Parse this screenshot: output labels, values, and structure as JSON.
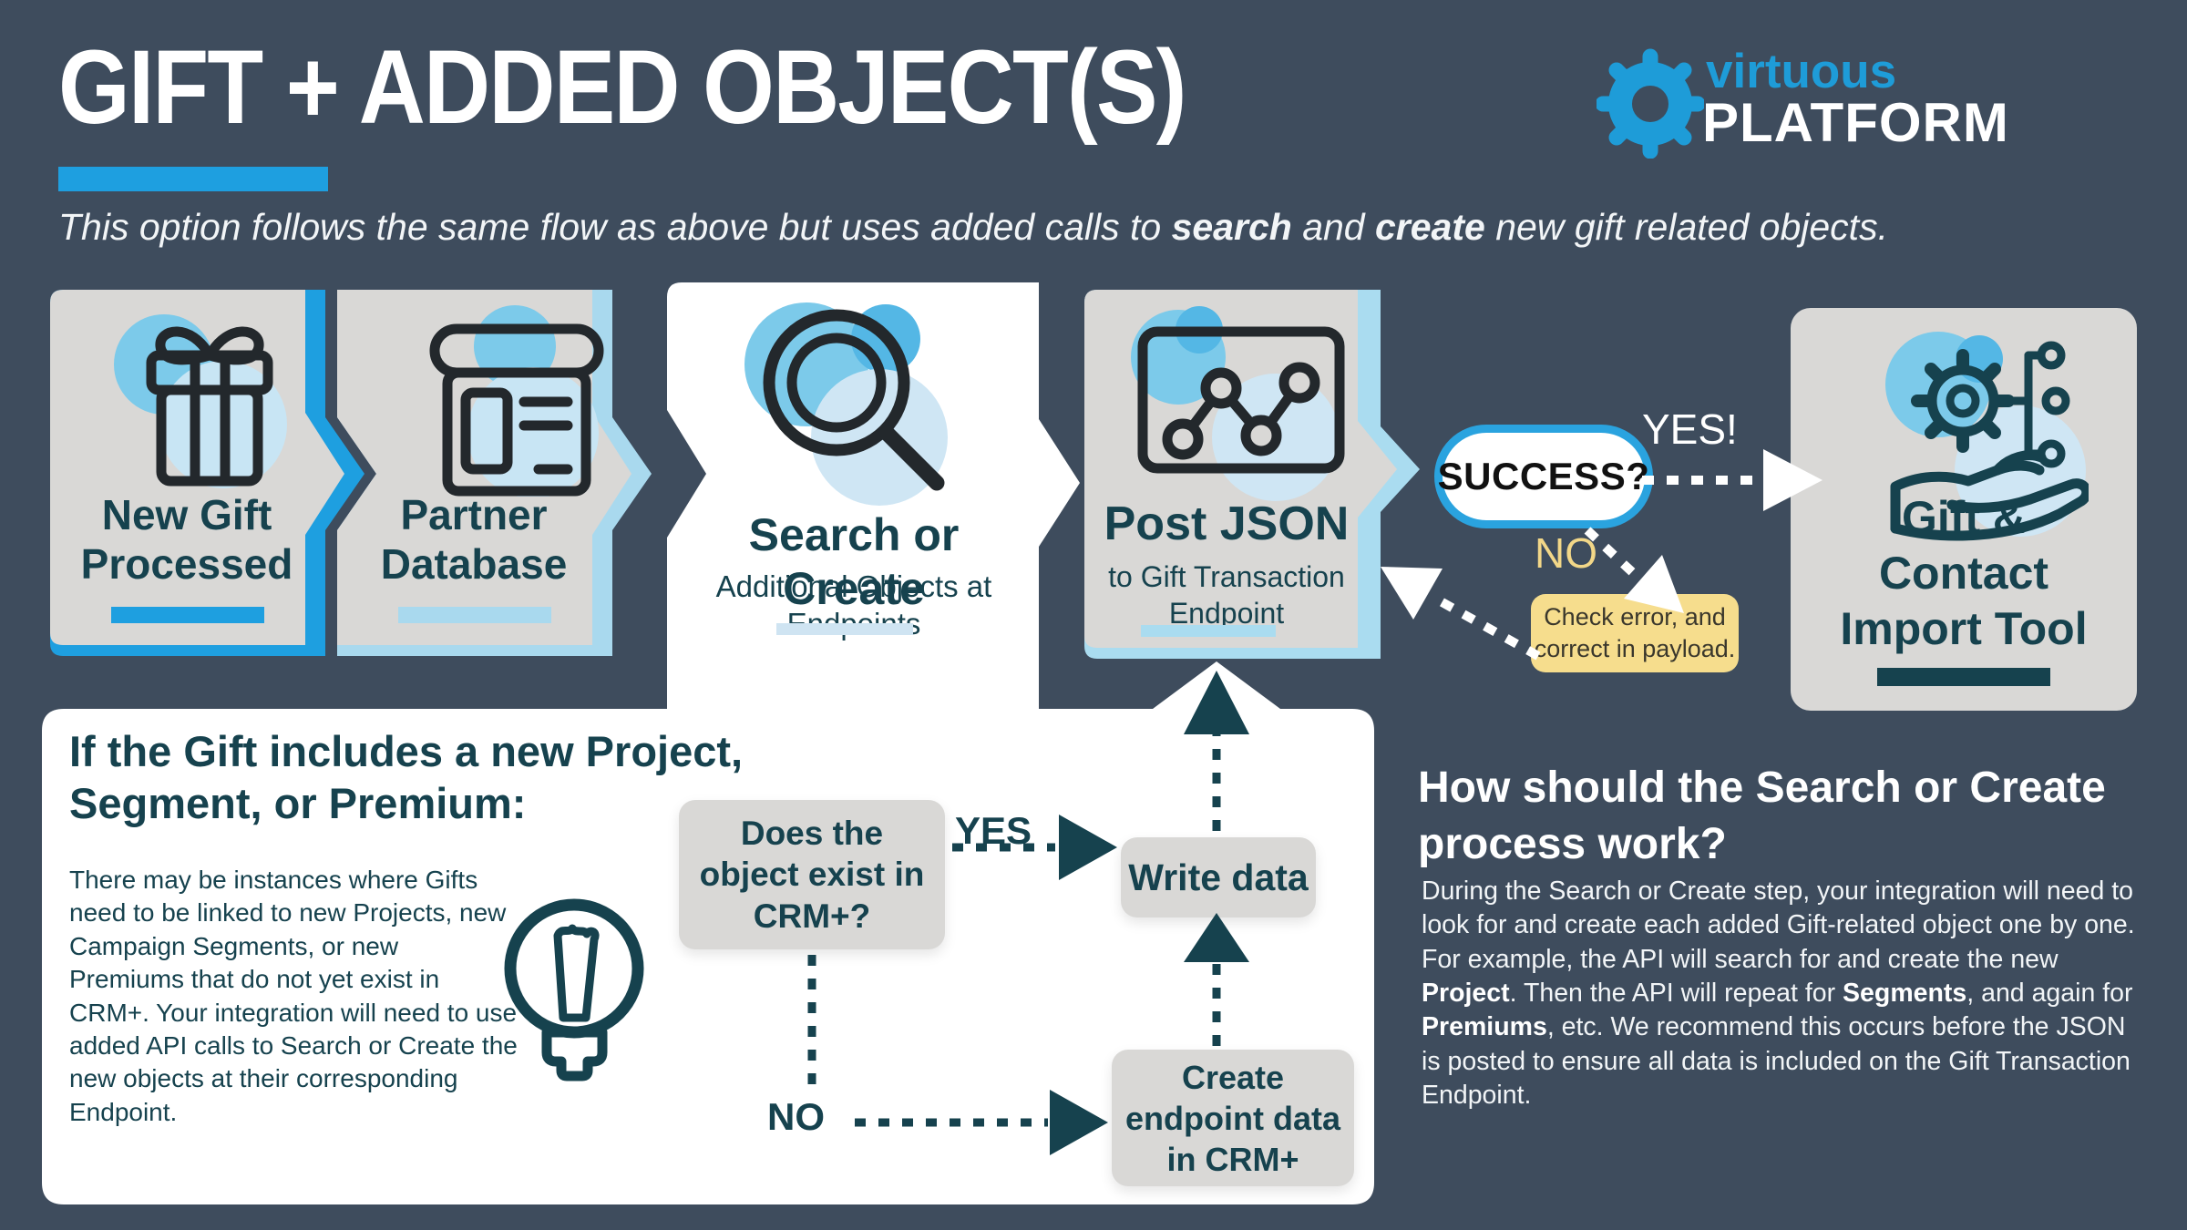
{
  "palette": {
    "background": "#3e4c5d",
    "accent_blue": "#1e9fe0",
    "light_blue": "#a9d9ee",
    "pale_blue": "#c8e5f4",
    "blob_blue": "#7ccaea",
    "dark_teal": "#16424e",
    "card_gray": "#d9d8d6",
    "yellow": "#f6dd8d",
    "yellow_text": "#f2d788",
    "white": "#ffffff"
  },
  "header": {
    "title": "GIFT + ADDED OBJECT(S)"
  },
  "logo": {
    "top": "virtuous",
    "bottom": "PLATFORM"
  },
  "subtitle": {
    "pre": "This option follows the same flow as above but uses added calls to ",
    "bold1": "search",
    "mid": " and ",
    "bold2": "create",
    "post": " new gift related objects."
  },
  "cards": [
    {
      "lines": [
        "New Gift",
        "Processed"
      ]
    },
    {
      "lines": [
        "Partner",
        "Database"
      ]
    },
    {
      "lines": [
        "Search or Create"
      ],
      "sub": [
        "Additional Objects at",
        "Endpoints"
      ]
    },
    {
      "lines": [
        "Post JSON"
      ],
      "sub": [
        "to Gift Transaction",
        "Endpoint"
      ]
    },
    {
      "lines": [
        "Gift &",
        "Contact",
        "Import Tool"
      ]
    }
  ],
  "success": {
    "label": "SUCCESS?",
    "yes": "YES!",
    "no": "NO",
    "error_lines": [
      "Check error, and",
      "correct in payload."
    ]
  },
  "panel": {
    "heading_line1": "If the Gift includes a new Project,",
    "heading_line2": "Segment, or Premium:",
    "body": "There may be instances where Gifts need to be linked to new Projects, new Campaign Segments, or new Premiums that do not yet exist in CRM+. Your integration will need to use added API calls to Search or Create the new objects at their corresponding Endpoint."
  },
  "decision": {
    "does_lines": [
      "Does the",
      "object exist in",
      "CRM+?"
    ],
    "yes": "YES",
    "write": "Write data",
    "no": "NO",
    "create_lines": [
      "Create",
      "endpoint data",
      "in CRM+"
    ]
  },
  "right": {
    "heading_line1": "How should the Search or Create",
    "heading_line2": "process work?",
    "p1": "During the Search or Create step, your integration will need to look for and create each added Gift-related object one by one. For example, the API will search for and create the new ",
    "b1": "Project",
    "p2": ". Then the API will repeat for ",
    "b2": "Segments",
    "p3": ", and again for ",
    "b3": "Premiums",
    "p4": ", etc. We recommend this occurs before the JSON is posted to ensure all data is included on the Gift Transaction Endpoint."
  }
}
